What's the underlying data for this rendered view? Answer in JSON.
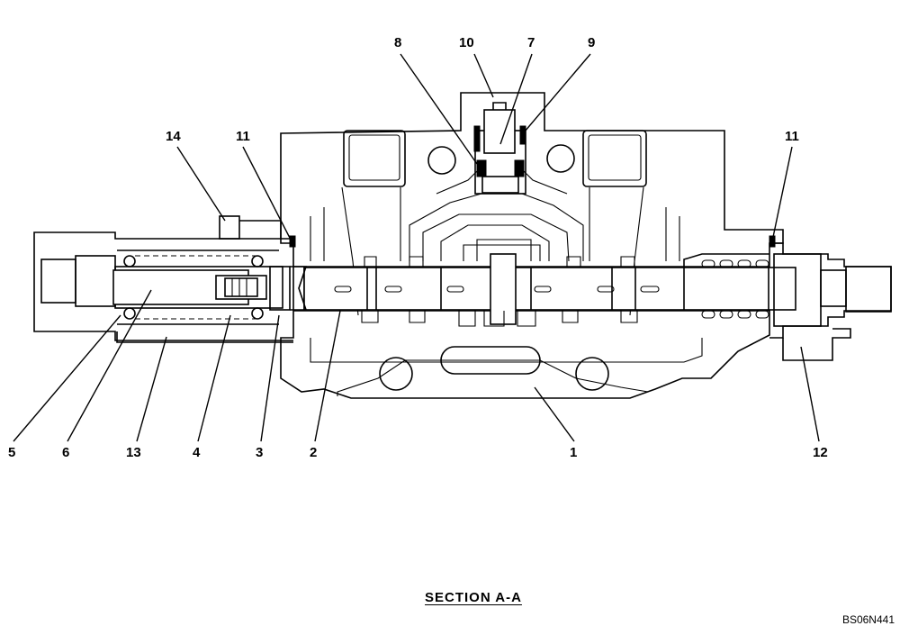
{
  "callouts": [
    {
      "label": "1"
    },
    {
      "label": "2"
    },
    {
      "label": "3"
    },
    {
      "label": "4"
    },
    {
      "label": "5"
    },
    {
      "label": "6"
    },
    {
      "label": "7"
    },
    {
      "label": "8"
    },
    {
      "label": "9"
    },
    {
      "label": "10"
    },
    {
      "label": "11"
    },
    {
      "label": "11"
    },
    {
      "label": "12"
    },
    {
      "label": "13"
    },
    {
      "label": "14"
    }
  ],
  "caption": "SECTION  A-A",
  "drawing_code": "BS06N441"
}
